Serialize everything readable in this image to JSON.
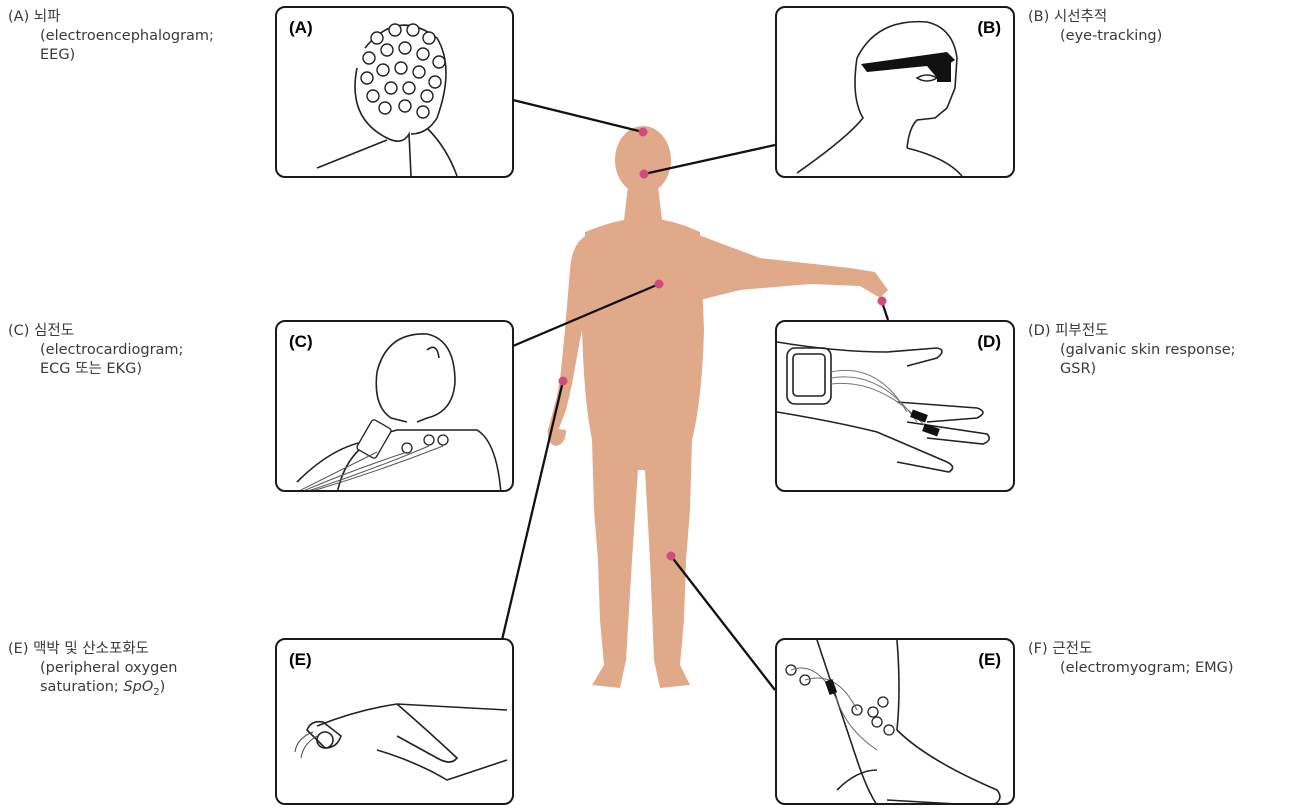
{
  "captions": {
    "a": {
      "title": "(A) 뇌파",
      "line1": "(electroencephalogram;",
      "line2": "EEG)"
    },
    "b": {
      "title": "(B) 시선추적",
      "line1": "(eye-tracking)"
    },
    "c": {
      "title": "(C) 심전도",
      "line1": "(electrocardiogram;",
      "line2": "ECG 또는 EKG)"
    },
    "d": {
      "title": "(D) 피부전도",
      "line1": "(galvanic skin response;",
      "line2": "GSR)"
    },
    "e": {
      "title": "(E) 맥박 및 산소포화도",
      "line1": "(peripheral oxygen",
      "line2_prefix": "saturation; ",
      "line2_italic": "SpO",
      "line2_sub": "2",
      "line2_suffix": ")"
    },
    "f": {
      "title": "(F) 근전도",
      "line1": "(electromyogram; EMG)"
    }
  },
  "panels": {
    "a": "(A)",
    "b": "(B)",
    "c": "(C)",
    "d": "(D)",
    "e": "(E)",
    "f": "(E)"
  },
  "colors": {
    "skin": "#e0a98a",
    "marker": "#d24b7c",
    "line": "#111111"
  }
}
